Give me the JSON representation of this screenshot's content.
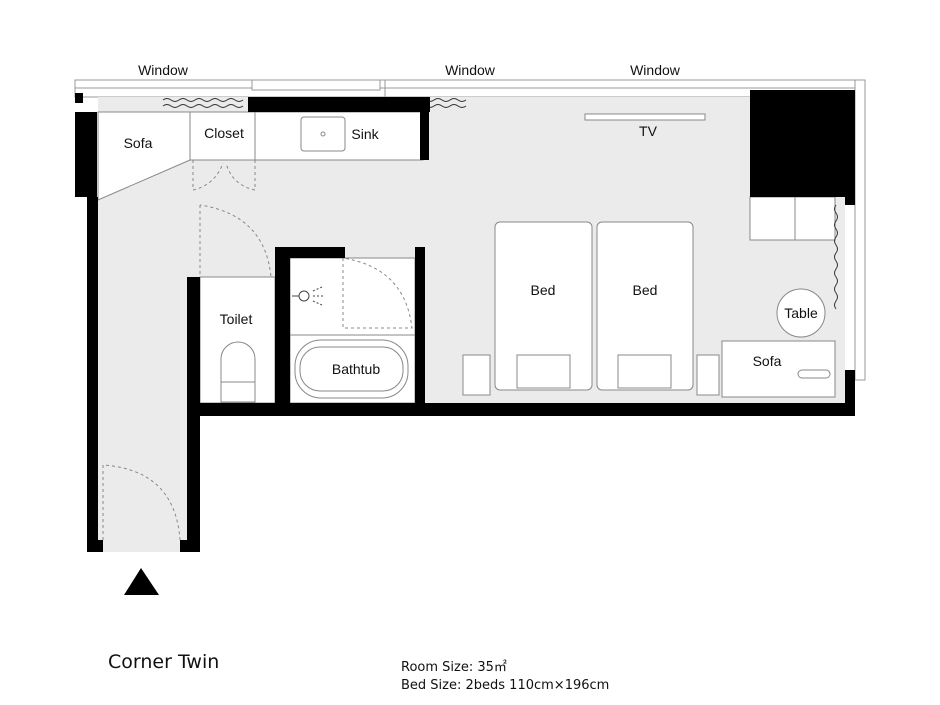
{
  "plan": {
    "windows": [
      "Window",
      "Window",
      "Window"
    ],
    "rooms": {
      "sofa_left": "Sofa",
      "closet": "Closet",
      "sink": "Sink",
      "tv": "TV",
      "toilet": "Toilet",
      "bathtub": "Bathtub",
      "bed_1": "Bed",
      "bed_2": "Bed",
      "table": "Table",
      "sofa_right": "Sofa"
    },
    "colors": {
      "wall": "#000000",
      "floor": "#ebebeb",
      "fixture": "#ffffff"
    }
  },
  "footer": {
    "room_type": "Corner Twin",
    "room_size": "Room Size: 35㎡",
    "bed_size": "Bed Size: 2beds 110cm×196cm"
  }
}
